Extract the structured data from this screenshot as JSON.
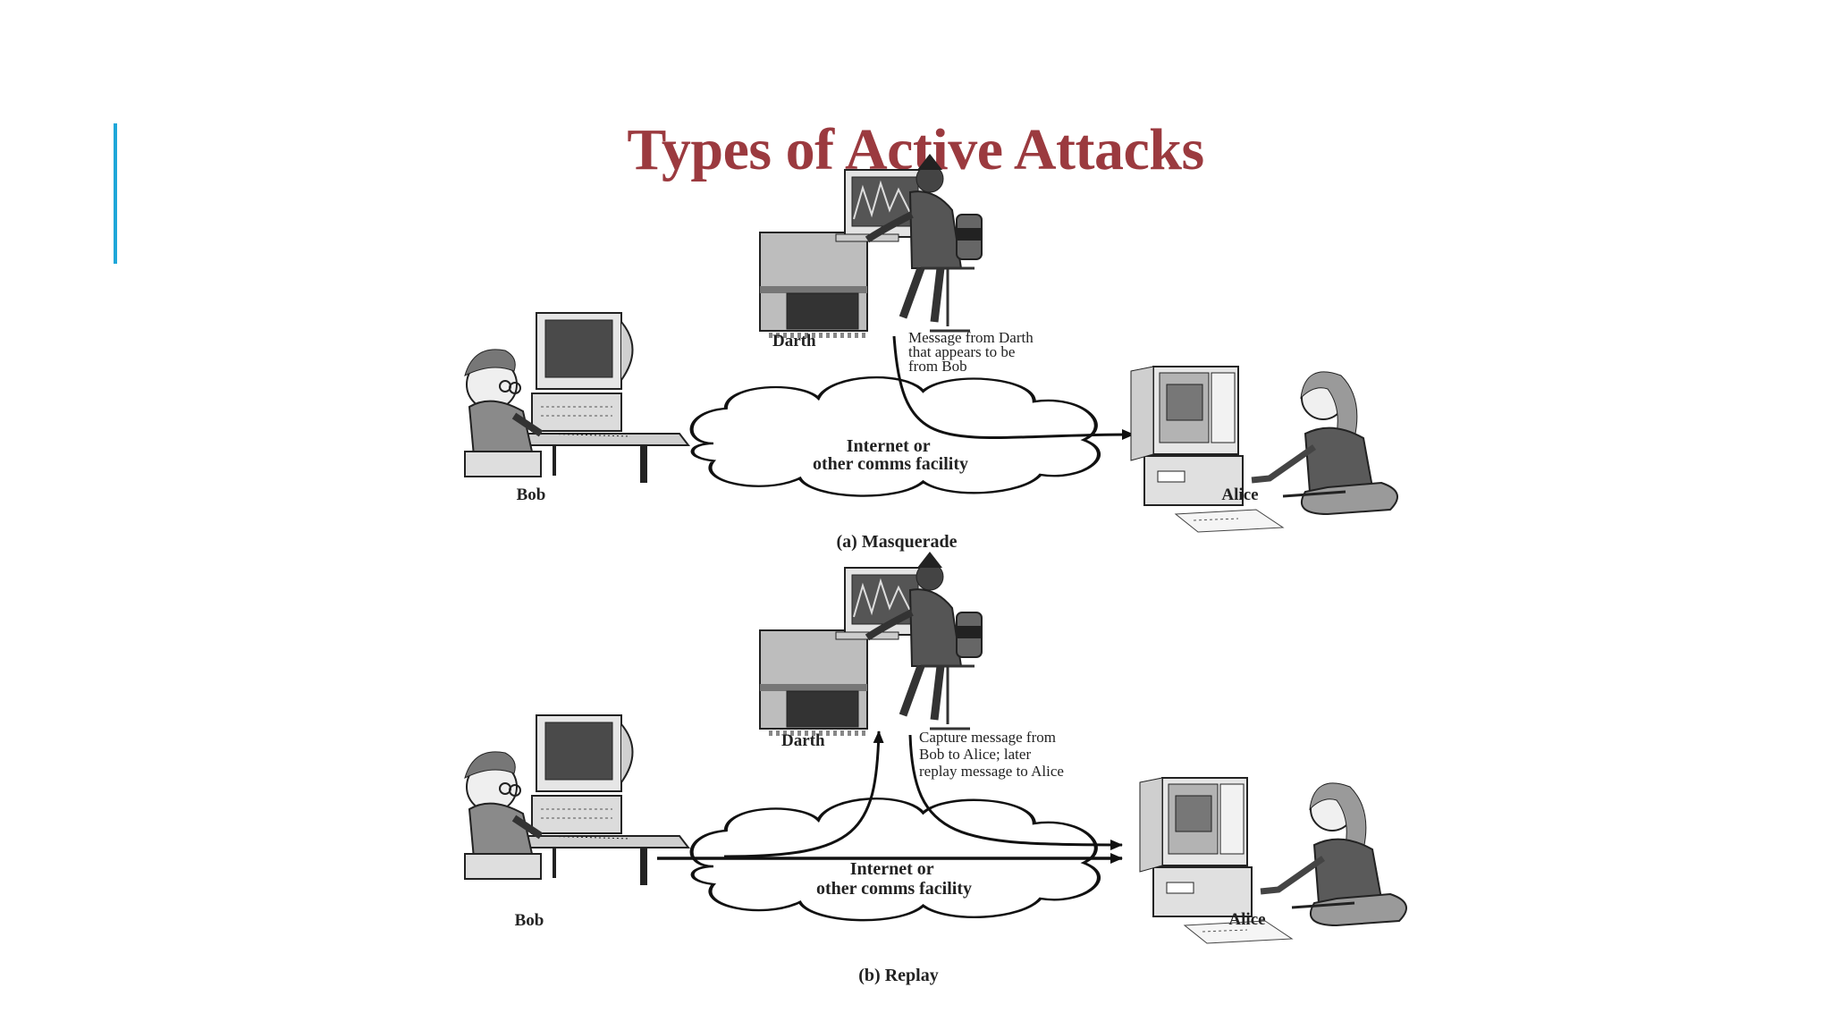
{
  "slide": {
    "title": "Types of Active Attacks",
    "accent_color": "#1ea7d9",
    "title_color": "#9b3a3f"
  },
  "masquerade": {
    "darth_label": "Darth",
    "note_lines": [
      "Message from Darth",
      "that appears to be",
      "from Bob"
    ],
    "cloud_lines": [
      "Internet or",
      "other comms facility"
    ],
    "bob_label": "Bob",
    "alice_label": "Alice",
    "caption": "(a) Masquerade"
  },
  "replay": {
    "darth_label": "Darth",
    "note_lines": [
      "Capture message from",
      "Bob to Alice; later",
      "replay message to Alice"
    ],
    "cloud_lines": [
      "Internet or",
      "other comms facility"
    ],
    "bob_label": "Bob",
    "alice_label": "Alice",
    "caption": "(b) Replay"
  },
  "icons": {
    "darth": "hacker-at-desk-icon",
    "bob": "man-at-computer-icon",
    "alice": "woman-at-computer-icon",
    "network": "cloud-icon"
  }
}
